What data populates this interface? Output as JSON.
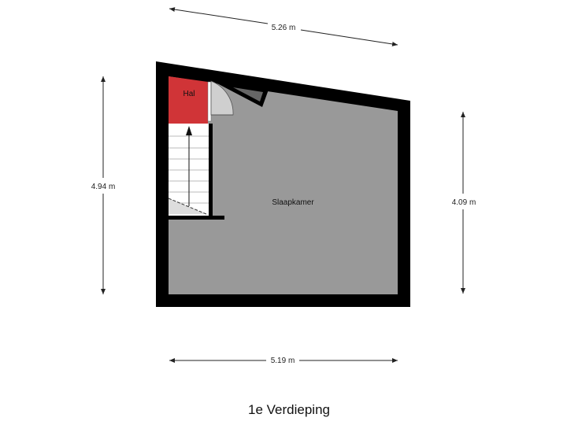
{
  "dimensions": {
    "top": "5.26 m",
    "bottom": "5.19 m",
    "left": "4.94 m",
    "right": "4.09 m"
  },
  "rooms": {
    "hal": "Hal",
    "slaapkamer": "Slaapkamer"
  },
  "floor_title": "1e Verdieping",
  "colors": {
    "wall": "#000000",
    "floor": "#999999",
    "hal": "#d03437",
    "stairs": "#ffffff",
    "dimension_line": "#222222"
  }
}
